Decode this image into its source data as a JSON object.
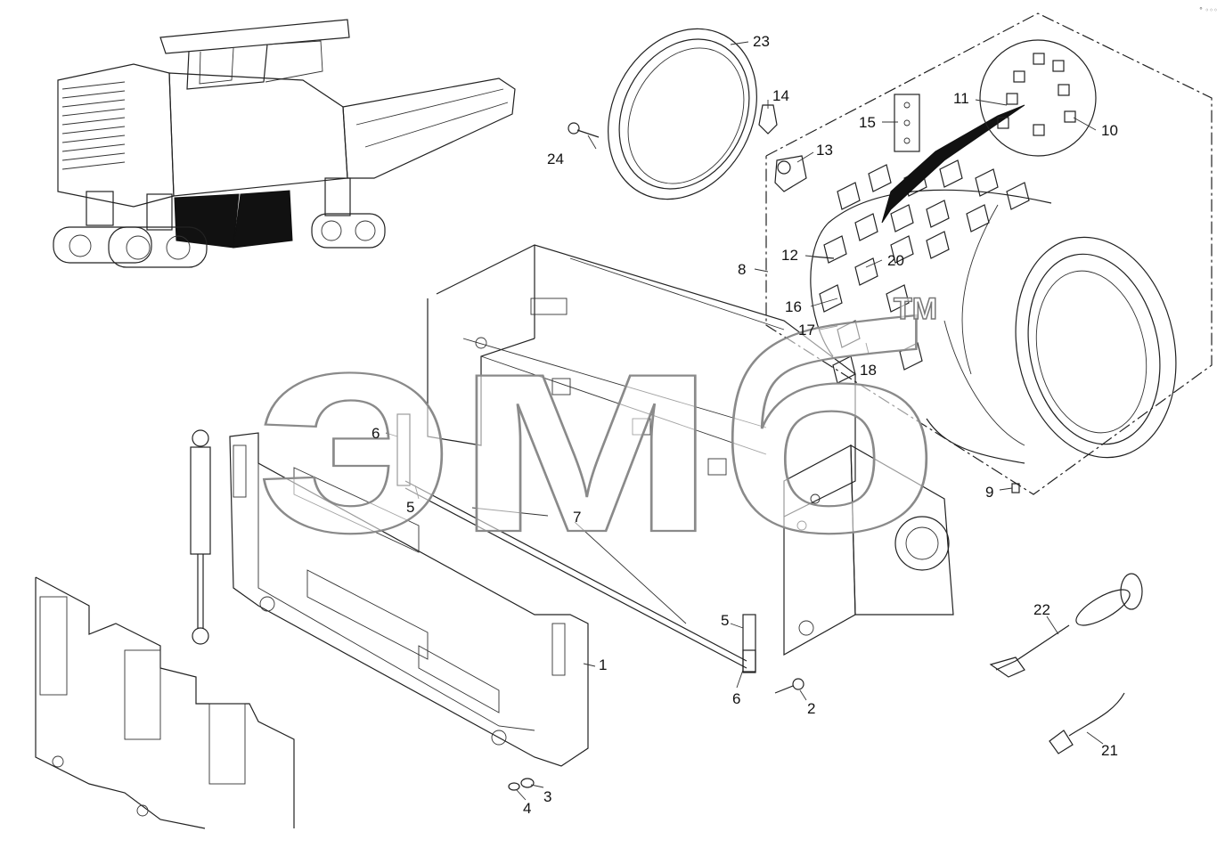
{
  "corner_mark": "° ◦◦◦",
  "watermark_text": "эмб",
  "watermark_tm": "TM",
  "callouts": [
    {
      "id": "c1",
      "text": "1"
    },
    {
      "id": "c2",
      "text": "2"
    },
    {
      "id": "c3",
      "text": "3"
    },
    {
      "id": "c4",
      "text": "4"
    },
    {
      "id": "c5a",
      "text": "5"
    },
    {
      "id": "c5b",
      "text": "5"
    },
    {
      "id": "c6a",
      "text": "6"
    },
    {
      "id": "c6b",
      "text": "6"
    },
    {
      "id": "c7",
      "text": "7"
    },
    {
      "id": "c8",
      "text": "8"
    },
    {
      "id": "c9",
      "text": "9"
    },
    {
      "id": "c10",
      "text": "10"
    },
    {
      "id": "c11",
      "text": "11"
    },
    {
      "id": "c12",
      "text": "12"
    },
    {
      "id": "c13",
      "text": "13"
    },
    {
      "id": "c14",
      "text": "14"
    },
    {
      "id": "c15",
      "text": "15"
    },
    {
      "id": "c16",
      "text": "16"
    },
    {
      "id": "c17",
      "text": "17"
    },
    {
      "id": "c18",
      "text": "18"
    },
    {
      "id": "c20",
      "text": "20"
    },
    {
      "id": "c21",
      "text": "21"
    },
    {
      "id": "c22",
      "text": "22"
    },
    {
      "id": "c23",
      "text": "23"
    },
    {
      "id": "c24",
      "text": "24"
    }
  ]
}
